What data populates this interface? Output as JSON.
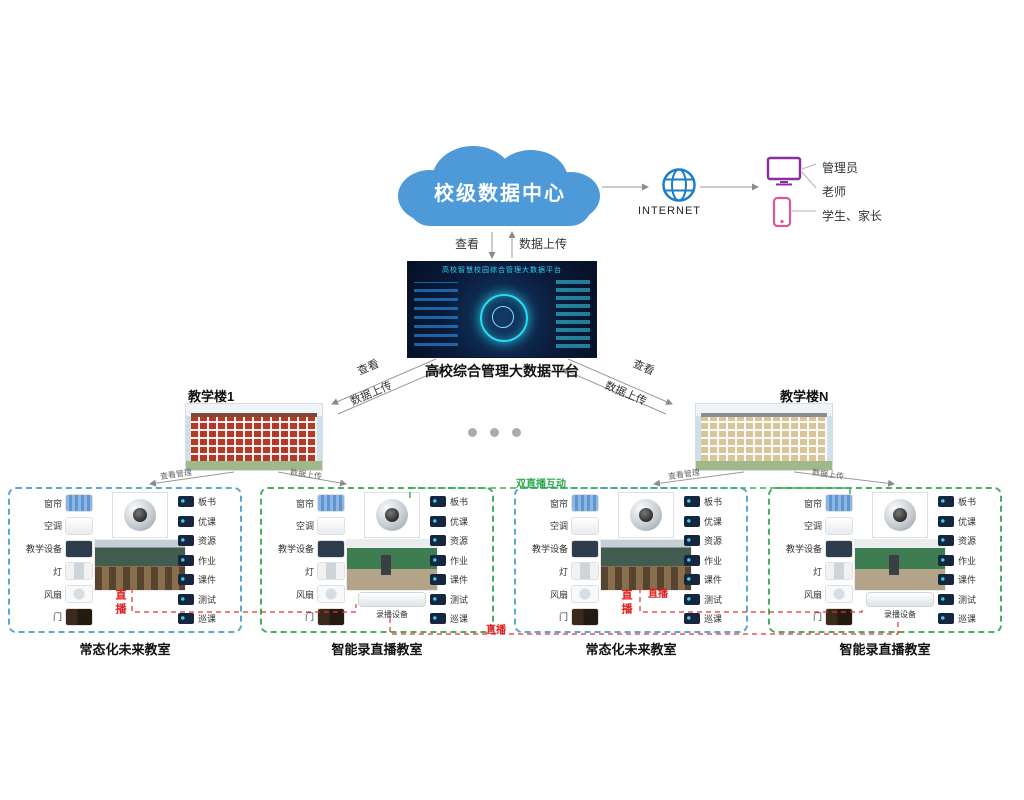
{
  "cloud": {
    "label": "校级数据中心"
  },
  "internet": {
    "label": "INTERNET"
  },
  "users": {
    "admin": "管理员",
    "teacher": "老师",
    "student_parent": "学生、家长"
  },
  "platform": {
    "screen_title": "高校智慧校园综合管理大数据平台",
    "caption": "高校综合管理大数据平台"
  },
  "flows": {
    "view": "查看",
    "upload": "数据上传",
    "view_manage": "查看管理",
    "live": "直播",
    "dual_live": "双直播互动"
  },
  "buildings": {
    "left": "教学楼1",
    "right": "教学楼N"
  },
  "devices": [
    "窗帘",
    "空调",
    "教学设备",
    "灯",
    "风扇",
    "门"
  ],
  "features": [
    "板书",
    "优课",
    "资源",
    "作业",
    "课件",
    "测试",
    "巡课"
  ],
  "recorder_label": "录播设备",
  "groups": [
    {
      "type": "future",
      "label": "常态化未来教室"
    },
    {
      "type": "recording",
      "label": "智能录直播教室"
    },
    {
      "type": "future",
      "label": "常态化未来教室"
    },
    {
      "type": "recording",
      "label": "智能录直播教室"
    }
  ],
  "colors": {
    "cloud_blue": "#4e9ad8",
    "live_red": "#e02020",
    "dual_live_green": "#2da84c",
    "box_dashed_blue": "#5aa7d4",
    "box_dashed_green": "#49ad62"
  }
}
